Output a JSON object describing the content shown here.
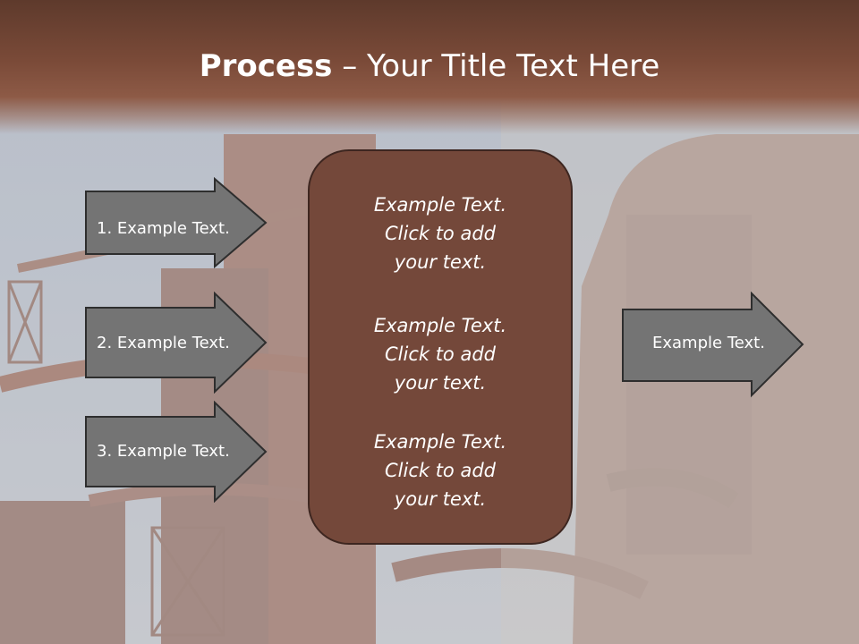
{
  "title": {
    "bold": "Process",
    "rest": " – Your Title Text Here"
  },
  "left_arrows": [
    {
      "label": "1. Example Text."
    },
    {
      "label": "2. Example Text."
    },
    {
      "label": "3. Example Text."
    }
  ],
  "center_box": {
    "blocks": [
      {
        "line1": "Example Text.",
        "line2": "Click  to add",
        "line3": "your text."
      },
      {
        "line1": "Example Text.",
        "line2": "Click  to add",
        "line3": "your text."
      },
      {
        "line1": "Example Text.",
        "line2": "Click  to add",
        "line3": "your text."
      }
    ]
  },
  "right_arrow": {
    "label": "Example Text."
  },
  "colors": {
    "title_bar": "#6e4333",
    "center_box": "#74483a",
    "arrow_fill": "#747474",
    "arrow_stroke": "#2e2e2e"
  }
}
